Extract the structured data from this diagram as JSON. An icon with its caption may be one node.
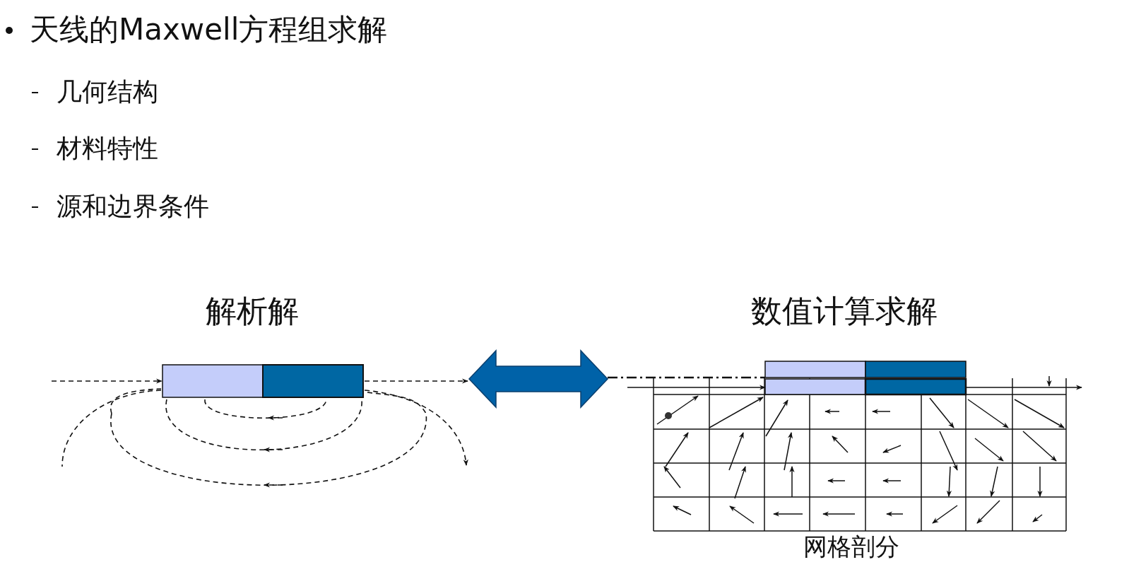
{
  "diagram": {
    "title": "天线的Maxwell方程组求解",
    "nodes": [
      {
        "text": [
          "解析解"
        ]
      },
      {
        "text": [
          "数值计算求解"
        ],
        "beside": [
          "网格剖分"
        ]
      }
    ],
    "edges": [
      {
        "from": 0,
        "to": 1,
        "arrow": "both",
        "style": "thick",
        "color": "#0062a8"
      }
    ],
    "labels": [
      "几何结构",
      "材料特性",
      "源和边界条件"
    ]
  }
}
